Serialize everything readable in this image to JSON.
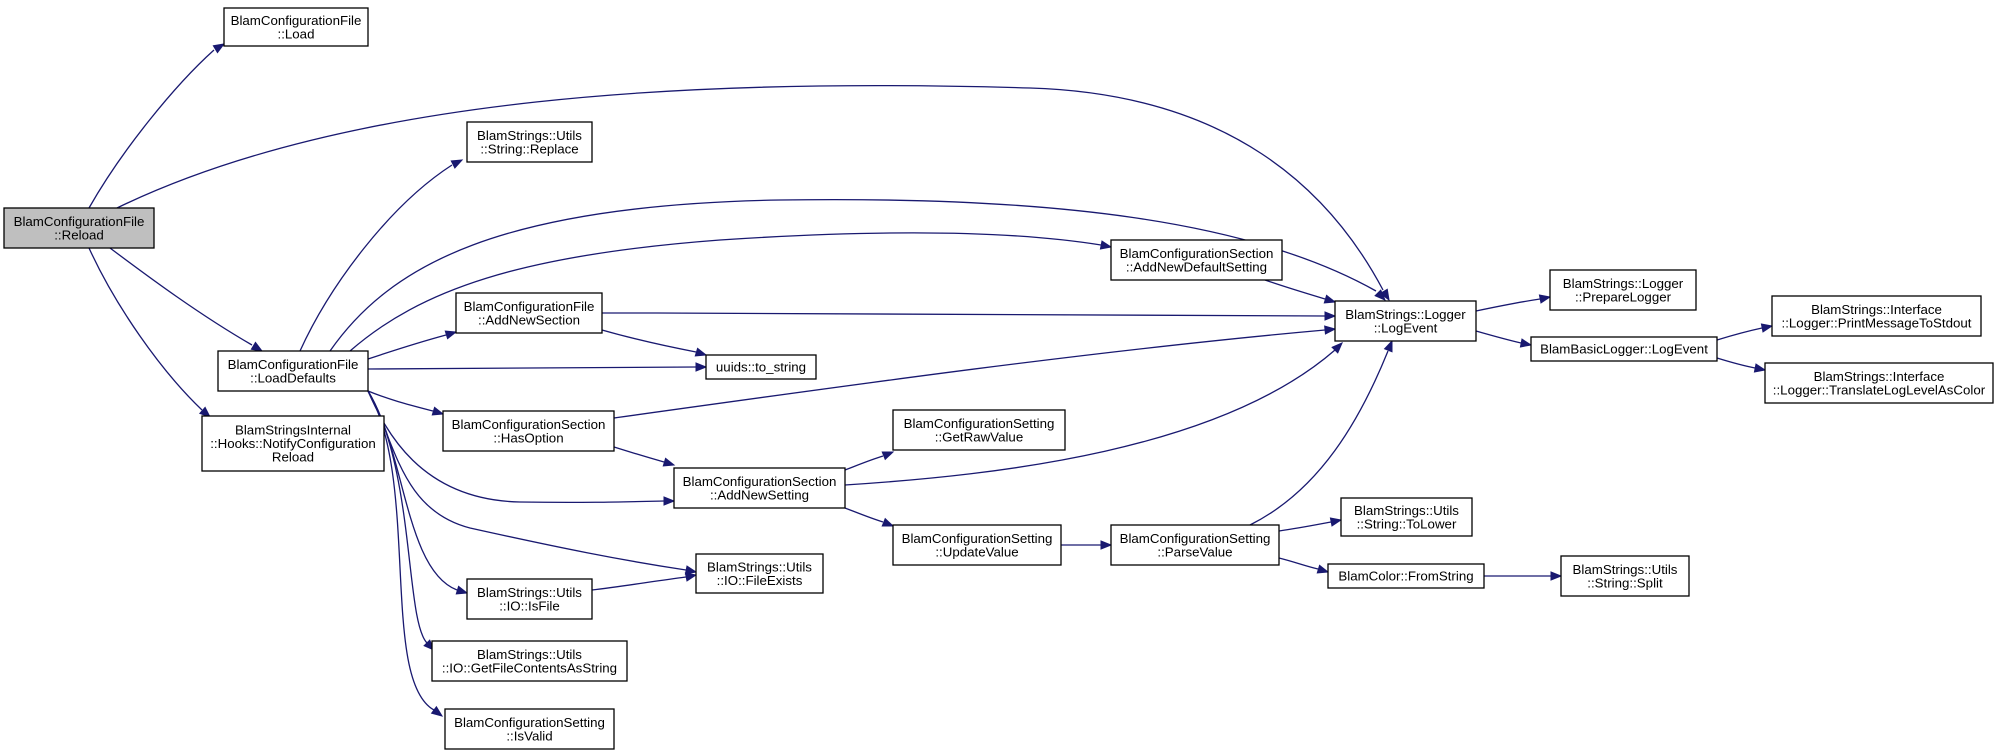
{
  "diagram": {
    "type": "call-graph",
    "colors": {
      "edge": "#191970",
      "node_border": "#000000",
      "node_fill": "#ffffff",
      "root_fill": "#bfbfbf"
    },
    "nodes": [
      {
        "id": "reload",
        "root": true,
        "lines": [
          "BlamConfigurationFile",
          "::Reload"
        ]
      },
      {
        "id": "load",
        "lines": [
          "BlamConfigurationFile",
          "::Load"
        ]
      },
      {
        "id": "loaddefaults",
        "lines": [
          "BlamConfigurationFile",
          "::LoadDefaults"
        ]
      },
      {
        "id": "notify",
        "lines": [
          "BlamStringsInternal",
          "::Hooks::NotifyConfiguration",
          "Reload"
        ]
      },
      {
        "id": "replace",
        "lines": [
          "BlamStrings::Utils",
          "::String::Replace"
        ]
      },
      {
        "id": "addnewsection",
        "lines": [
          "BlamConfigurationFile",
          "::AddNewSection"
        ]
      },
      {
        "id": "hasoption",
        "lines": [
          "BlamConfigurationSection",
          "::HasOption"
        ]
      },
      {
        "id": "isfile",
        "lines": [
          "BlamStrings::Utils",
          "::IO::IsFile"
        ]
      },
      {
        "id": "getfilecontents",
        "lines": [
          "BlamStrings::Utils",
          "::IO::GetFileContentsAsString"
        ]
      },
      {
        "id": "isvalid",
        "lines": [
          "BlamConfigurationSetting",
          "::IsValid"
        ]
      },
      {
        "id": "uuids",
        "lines": [
          "uuids::to_string"
        ]
      },
      {
        "id": "fileexists",
        "lines": [
          "BlamStrings::Utils",
          "::IO::FileExists"
        ]
      },
      {
        "id": "addnewsetting",
        "lines": [
          "BlamConfigurationSection",
          "::AddNewSetting"
        ]
      },
      {
        "id": "getrawvalue",
        "lines": [
          "BlamConfigurationSetting",
          "::GetRawValue"
        ]
      },
      {
        "id": "updatevalue",
        "lines": [
          "BlamConfigurationSetting",
          "::UpdateValue"
        ]
      },
      {
        "id": "adddefaultsetting",
        "lines": [
          "BlamConfigurationSection",
          "::AddNewDefaultSetting"
        ]
      },
      {
        "id": "parsevalue",
        "lines": [
          "BlamConfigurationSetting",
          "::ParseValue"
        ]
      },
      {
        "id": "logevent",
        "lines": [
          "BlamStrings::Logger",
          "::LogEvent"
        ]
      },
      {
        "id": "tolower",
        "lines": [
          "BlamStrings::Utils",
          "::String::ToLower"
        ]
      },
      {
        "id": "fromstring",
        "lines": [
          "BlamColor::FromString"
        ]
      },
      {
        "id": "preparelogger",
        "lines": [
          "BlamStrings::Logger",
          "::PrepareLogger"
        ]
      },
      {
        "id": "basiclogevent",
        "lines": [
          "BlamBasicLogger::LogEvent"
        ]
      },
      {
        "id": "split",
        "lines": [
          "BlamStrings::Utils",
          "::String::Split"
        ]
      },
      {
        "id": "printmessage",
        "lines": [
          "BlamStrings::Interface",
          "::Logger::PrintMessageToStdout"
        ]
      },
      {
        "id": "translateloglevel",
        "lines": [
          "BlamStrings::Interface",
          "::Logger::TranslateLogLevelAsColor"
        ]
      }
    ],
    "edges": [
      {
        "from": "reload",
        "to": "load"
      },
      {
        "from": "reload",
        "to": "logevent"
      },
      {
        "from": "reload",
        "to": "loaddefaults"
      },
      {
        "from": "reload",
        "to": "notify"
      },
      {
        "from": "loaddefaults",
        "to": "replace"
      },
      {
        "from": "loaddefaults",
        "to": "logevent"
      },
      {
        "from": "loaddefaults",
        "to": "adddefaultsetting"
      },
      {
        "from": "loaddefaults",
        "to": "addnewsection"
      },
      {
        "from": "loaddefaults",
        "to": "uuids"
      },
      {
        "from": "loaddefaults",
        "to": "hasoption"
      },
      {
        "from": "loaddefaults",
        "to": "addnewsetting"
      },
      {
        "from": "loaddefaults",
        "to": "fileexists"
      },
      {
        "from": "loaddefaults",
        "to": "isfile"
      },
      {
        "from": "loaddefaults",
        "to": "getfilecontents"
      },
      {
        "from": "loaddefaults",
        "to": "isvalid"
      },
      {
        "from": "addnewsection",
        "to": "logevent"
      },
      {
        "from": "addnewsection",
        "to": "uuids"
      },
      {
        "from": "hasoption",
        "to": "logevent"
      },
      {
        "from": "hasoption",
        "to": "addnewsetting"
      },
      {
        "from": "isfile",
        "to": "fileexists"
      },
      {
        "from": "adddefaultsetting",
        "to": "logevent"
      },
      {
        "from": "addnewsetting",
        "to": "getrawvalue"
      },
      {
        "from": "addnewsetting",
        "to": "logevent"
      },
      {
        "from": "addnewsetting",
        "to": "updatevalue"
      },
      {
        "from": "updatevalue",
        "to": "parsevalue"
      },
      {
        "from": "parsevalue",
        "to": "logevent"
      },
      {
        "from": "parsevalue",
        "to": "tolower"
      },
      {
        "from": "parsevalue",
        "to": "fromstring"
      },
      {
        "from": "fromstring",
        "to": "split"
      },
      {
        "from": "logevent",
        "to": "preparelogger"
      },
      {
        "from": "logevent",
        "to": "basiclogevent"
      },
      {
        "from": "basiclogevent",
        "to": "printmessage"
      },
      {
        "from": "basiclogevent",
        "to": "translateloglevel"
      }
    ]
  }
}
